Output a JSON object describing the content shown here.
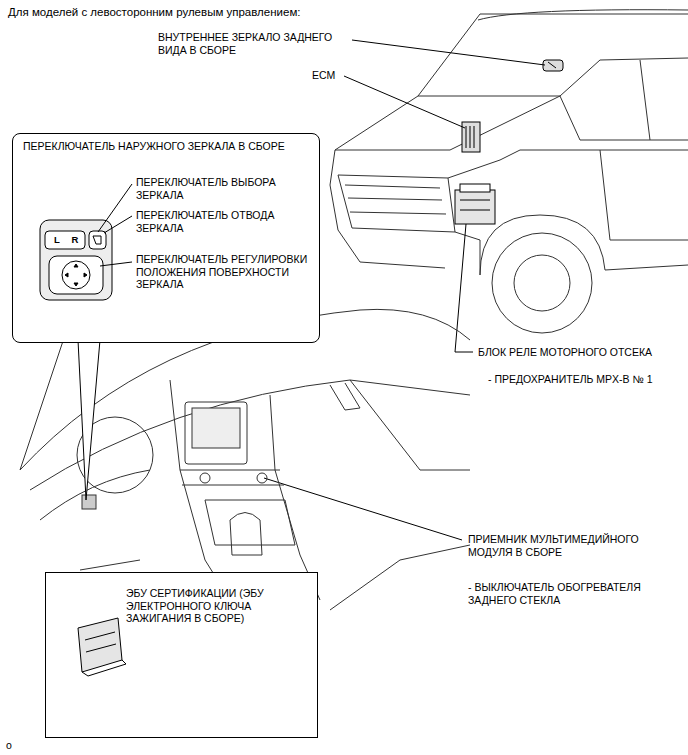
{
  "diagram": {
    "title": "Для моделей с левосторонним рулевым управлением:",
    "nodes": [
      {
        "text": [
          "ПЕРЕКЛЮЧАТЕЛЬ НАРУЖНОГО ЗЕРКАЛА В СБОРЕ"
        ]
      },
      {
        "text": [
          "ЭБУ СЕРТИФИКАЦИИ (ЭБУ ЭЛЕКТРОННОГО КЛЮЧА ЗАЖИГАНИЯ В СБОРЕ)"
        ]
      }
    ],
    "labels": [
      "ВНУТРЕННЕЕ ЗЕРКАЛО ЗАДНЕГО ВИДА В СБОРЕ",
      "ECM",
      "ПЕРЕКЛЮЧАТЕЛЬ ВЫБОРА ЗЕРКАЛА",
      "ПЕРЕКЛЮЧАТЕЛЬ ОТВОДА ЗЕРКАЛА",
      "ПЕРЕКЛЮЧАТЕЛЬ РЕГУЛИРОВКИ ПОЛОЖЕНИЯ ПОВЕРХНОСТИ ЗЕРКАЛА",
      "L",
      "R",
      "БЛОК РЕЛЕ МОТОРНОГО ОТСЕКА",
      "- ПРЕДОХРАНИТЕЛЬ MPX-B № 1",
      "ПРИЕМНИК МУЛЬТИМЕДИЙНОГО МОДУЛЯ В СБОРЕ",
      "- ВЫКЛЮЧАТЕЛЬ ОБОГРЕВАТЕЛЯ ЗАДНЕГО СТЕКЛА",
      "o"
    ]
  }
}
